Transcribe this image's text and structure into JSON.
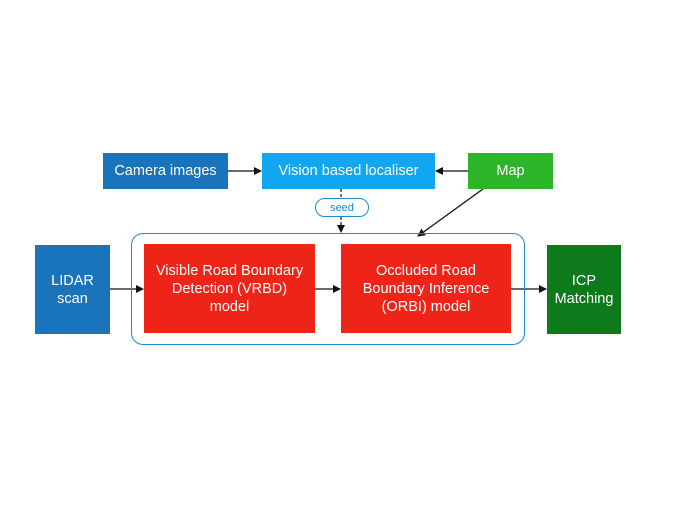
{
  "nodes": {
    "camera_images": {
      "label": "Camera images",
      "color": "#1a74bb"
    },
    "vision_localiser": {
      "label": "Vision based localiser",
      "color": "#11a6f0"
    },
    "map": {
      "label": "Map",
      "color": "#2db52a"
    },
    "lidar_scan": {
      "label": "LIDAR\nscan",
      "color": "#1a74bb"
    },
    "vrbd_model": {
      "label": "Visible Road Boundary\nDetection (VRBD)\nmodel",
      "color": "#ee2418"
    },
    "orbi_model": {
      "label": "Occluded Road\nBoundary Inference\n(ORBI) model",
      "color": "#ee2418"
    },
    "icp_matching": {
      "label": "ICP\nMatching",
      "color": "#0d7a1c"
    }
  },
  "seed": {
    "label": "seed",
    "color": "#1e88d0"
  },
  "connections": [
    {
      "from": "camera_images",
      "to": "vision_localiser",
      "style": "solid"
    },
    {
      "from": "map",
      "to": "vision_localiser",
      "style": "solid"
    },
    {
      "from": "map",
      "to": "orbi_model",
      "style": "solid"
    },
    {
      "from": "vision_localiser",
      "to": "model_group",
      "style": "dashed",
      "label": "seed"
    },
    {
      "from": "lidar_scan",
      "to": "vrbd_model",
      "style": "solid"
    },
    {
      "from": "vrbd_model",
      "to": "orbi_model",
      "style": "solid"
    },
    {
      "from": "orbi_model",
      "to": "icp_matching",
      "style": "solid"
    }
  ]
}
